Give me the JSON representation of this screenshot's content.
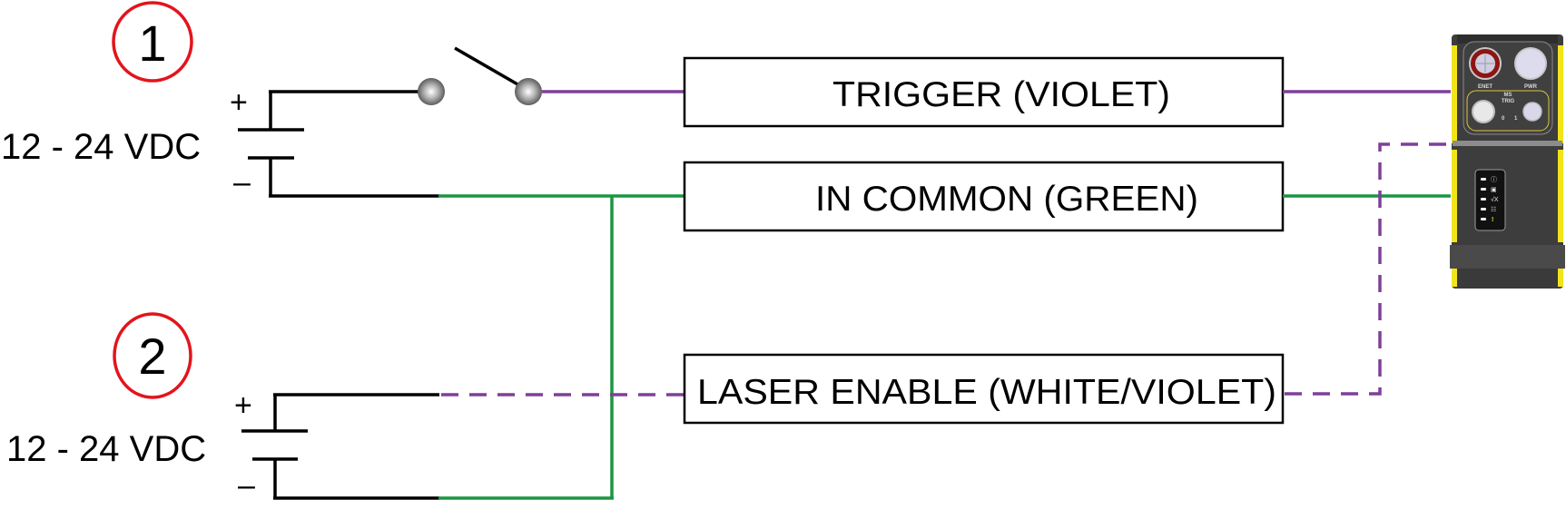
{
  "circuits": [
    {
      "number": "1",
      "supply_label": "12 - 24 VDC",
      "plus": "+",
      "minus": "–"
    },
    {
      "number": "2",
      "supply_label": "12 - 24 VDC",
      "plus": "+",
      "minus": "–"
    }
  ],
  "wires": [
    {
      "label": "TRIGGER (VIOLET)",
      "color": "#7f3f98",
      "style": "solid"
    },
    {
      "label": "IN COMMON (GREEN)",
      "color": "#1a9641",
      "style": "solid"
    },
    {
      "label": "LASER ENABLE (WHITE/VIOLET)",
      "color": "#7f3f98",
      "style": "dashed"
    }
  ],
  "colors": {
    "badge_ring": "#e3141c",
    "wire_black": "#000000",
    "violet": "#7f3f98",
    "green": "#1a9641",
    "device_body": "#3d3d3d",
    "device_accent": "#f2e41a"
  },
  "device": {
    "connectors": [
      "ENET",
      "PWR"
    ],
    "io_label_top": "MS",
    "io_label_bottom": "TRIG",
    "port_numbers": [
      "0",
      "1"
    ],
    "status_icons": [
      "power-icon",
      "image-icon",
      "pass-fail-icon",
      "network-icon",
      "warning-icon"
    ],
    "status_glyphs": [
      "ⓘ",
      "▣",
      "√X",
      "☷",
      "!"
    ]
  }
}
